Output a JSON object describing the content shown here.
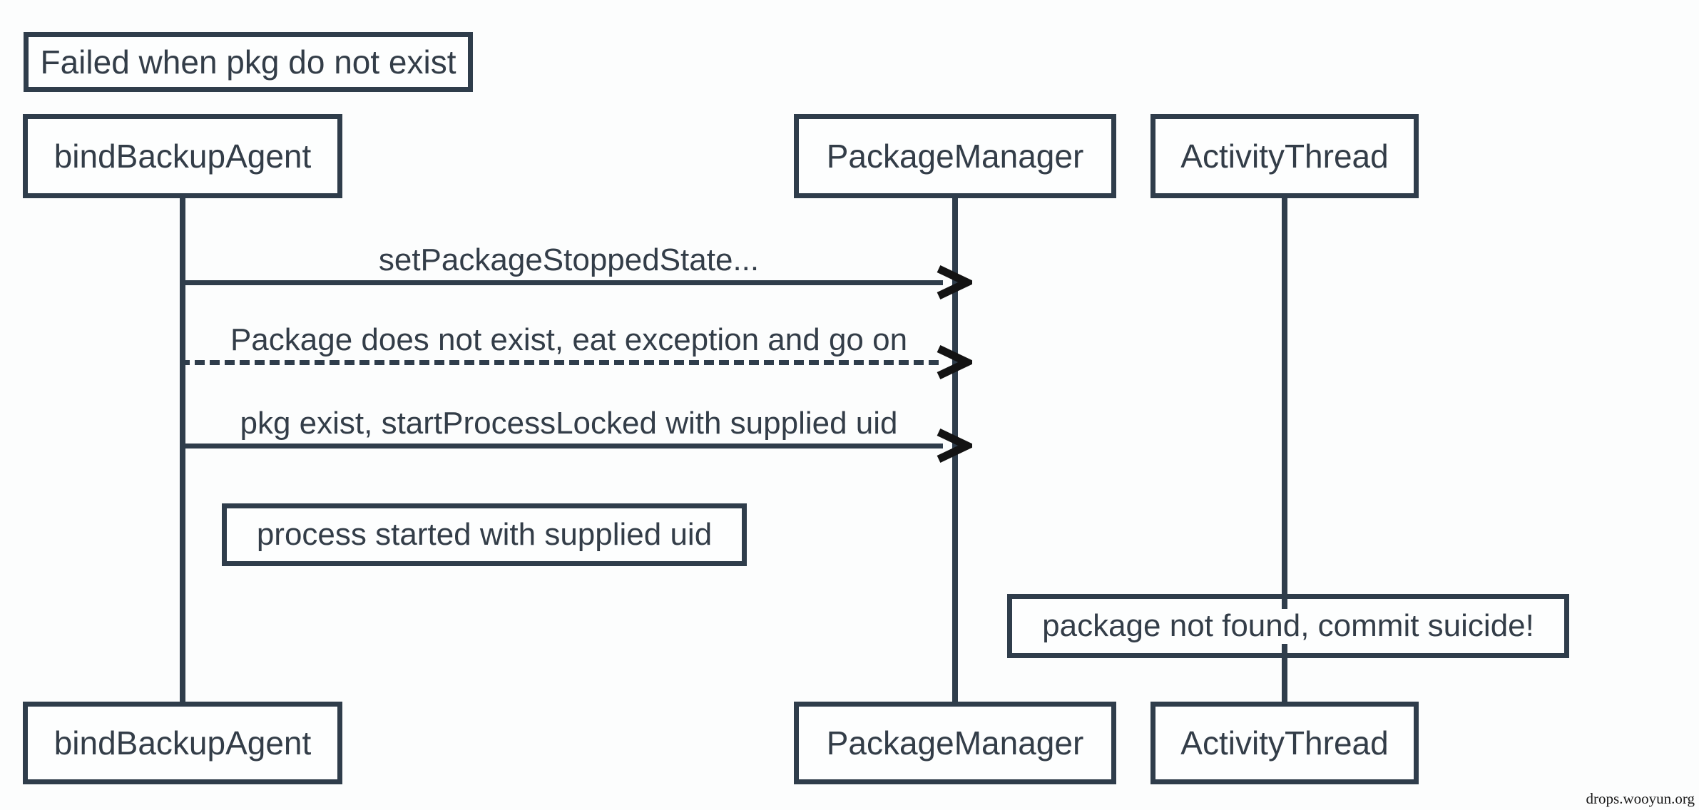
{
  "diagram": {
    "type": "sequence-diagram",
    "title": "Failed when pkg do not exist",
    "actors": [
      {
        "id": "bindBackupAgent",
        "label": "bindBackupAgent"
      },
      {
        "id": "PackageManager",
        "label": "PackageManager"
      },
      {
        "id": "ActivityThread",
        "label": "ActivityThread"
      }
    ],
    "messages": [
      {
        "from": "bindBackupAgent",
        "to": "PackageManager",
        "label": "setPackageStoppedState...",
        "line": "solid"
      },
      {
        "from": "bindBackupAgent",
        "to": "PackageManager",
        "label": "Package does not exist, eat exception and go on",
        "line": "dashed"
      },
      {
        "from": "bindBackupAgent",
        "to": "PackageManager",
        "label": "pkg exist, startProcessLocked with supplied uid",
        "line": "solid"
      }
    ],
    "notes": [
      {
        "label": "process started with supplied uid",
        "position": "between bindBackupAgent and PackageManager"
      },
      {
        "label": "package not found, commit suicide!",
        "position": "over ActivityThread"
      }
    ],
    "colors": {
      "stroke": "#2f3d4b",
      "text": "#333d48",
      "arrowhead": "#131313",
      "background": "#fcfdfd"
    }
  },
  "watermark": {
    "text": "drops.wooyun.org"
  }
}
